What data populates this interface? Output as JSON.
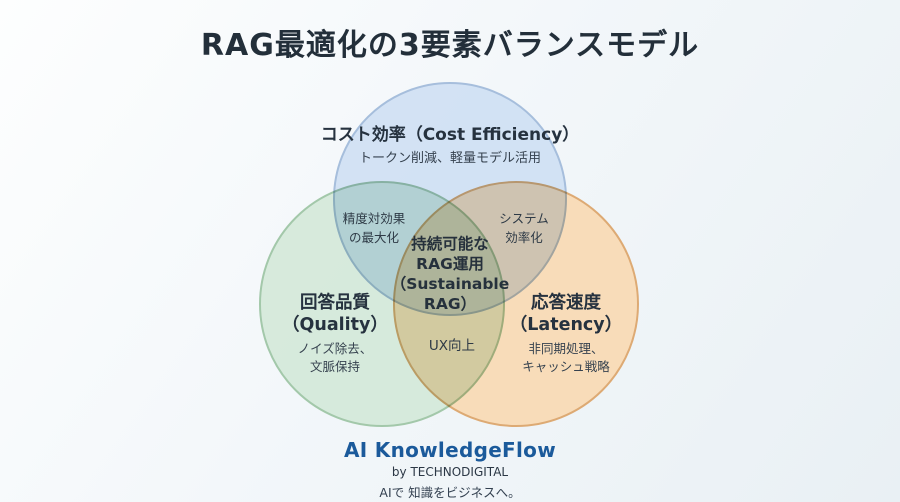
{
  "title": "RAG最適化の3要素バランスモデル",
  "venn": {
    "top": {
      "label": "コスト効率（Cost Efficiency）",
      "sub": "トークン削減、軽量モデル活用"
    },
    "left": {
      "label_line1": "回答品質",
      "label_line2": "（Quality）",
      "sub_line1": "ノイズ除去、",
      "sub_line2": "文脈保持"
    },
    "right": {
      "label_line1": "応答速度",
      "label_line2": "（Latency）",
      "sub_line1": "非同期処理、",
      "sub_line2": "キャッシュ戦略"
    },
    "overlap_top_left": {
      "line1": "精度対効果",
      "line2": "の最大化"
    },
    "overlap_top_right": {
      "line1": "システム",
      "line2": "効率化"
    },
    "overlap_bottom": "UX向上",
    "center": {
      "line1": "持続可能な",
      "line2": "RAG運用",
      "line3": "（Sustainable",
      "line4": "RAG）"
    }
  },
  "footer": {
    "brand": "AI KnowledgeFlow",
    "byline": "by TECHNODIGITAL",
    "tagline": "AIで 知識をビジネスへ。"
  },
  "colors": {
    "top_fill": "#cfe0f3",
    "top_stroke": "#a6bedc",
    "left_fill": "#d4e8d9",
    "left_stroke": "#a3c8aa",
    "right_fill": "#f8d9b3",
    "right_stroke": "#ddaa74",
    "brand_blue": "#1b5a9b",
    "title_text": "#232f3a"
  }
}
